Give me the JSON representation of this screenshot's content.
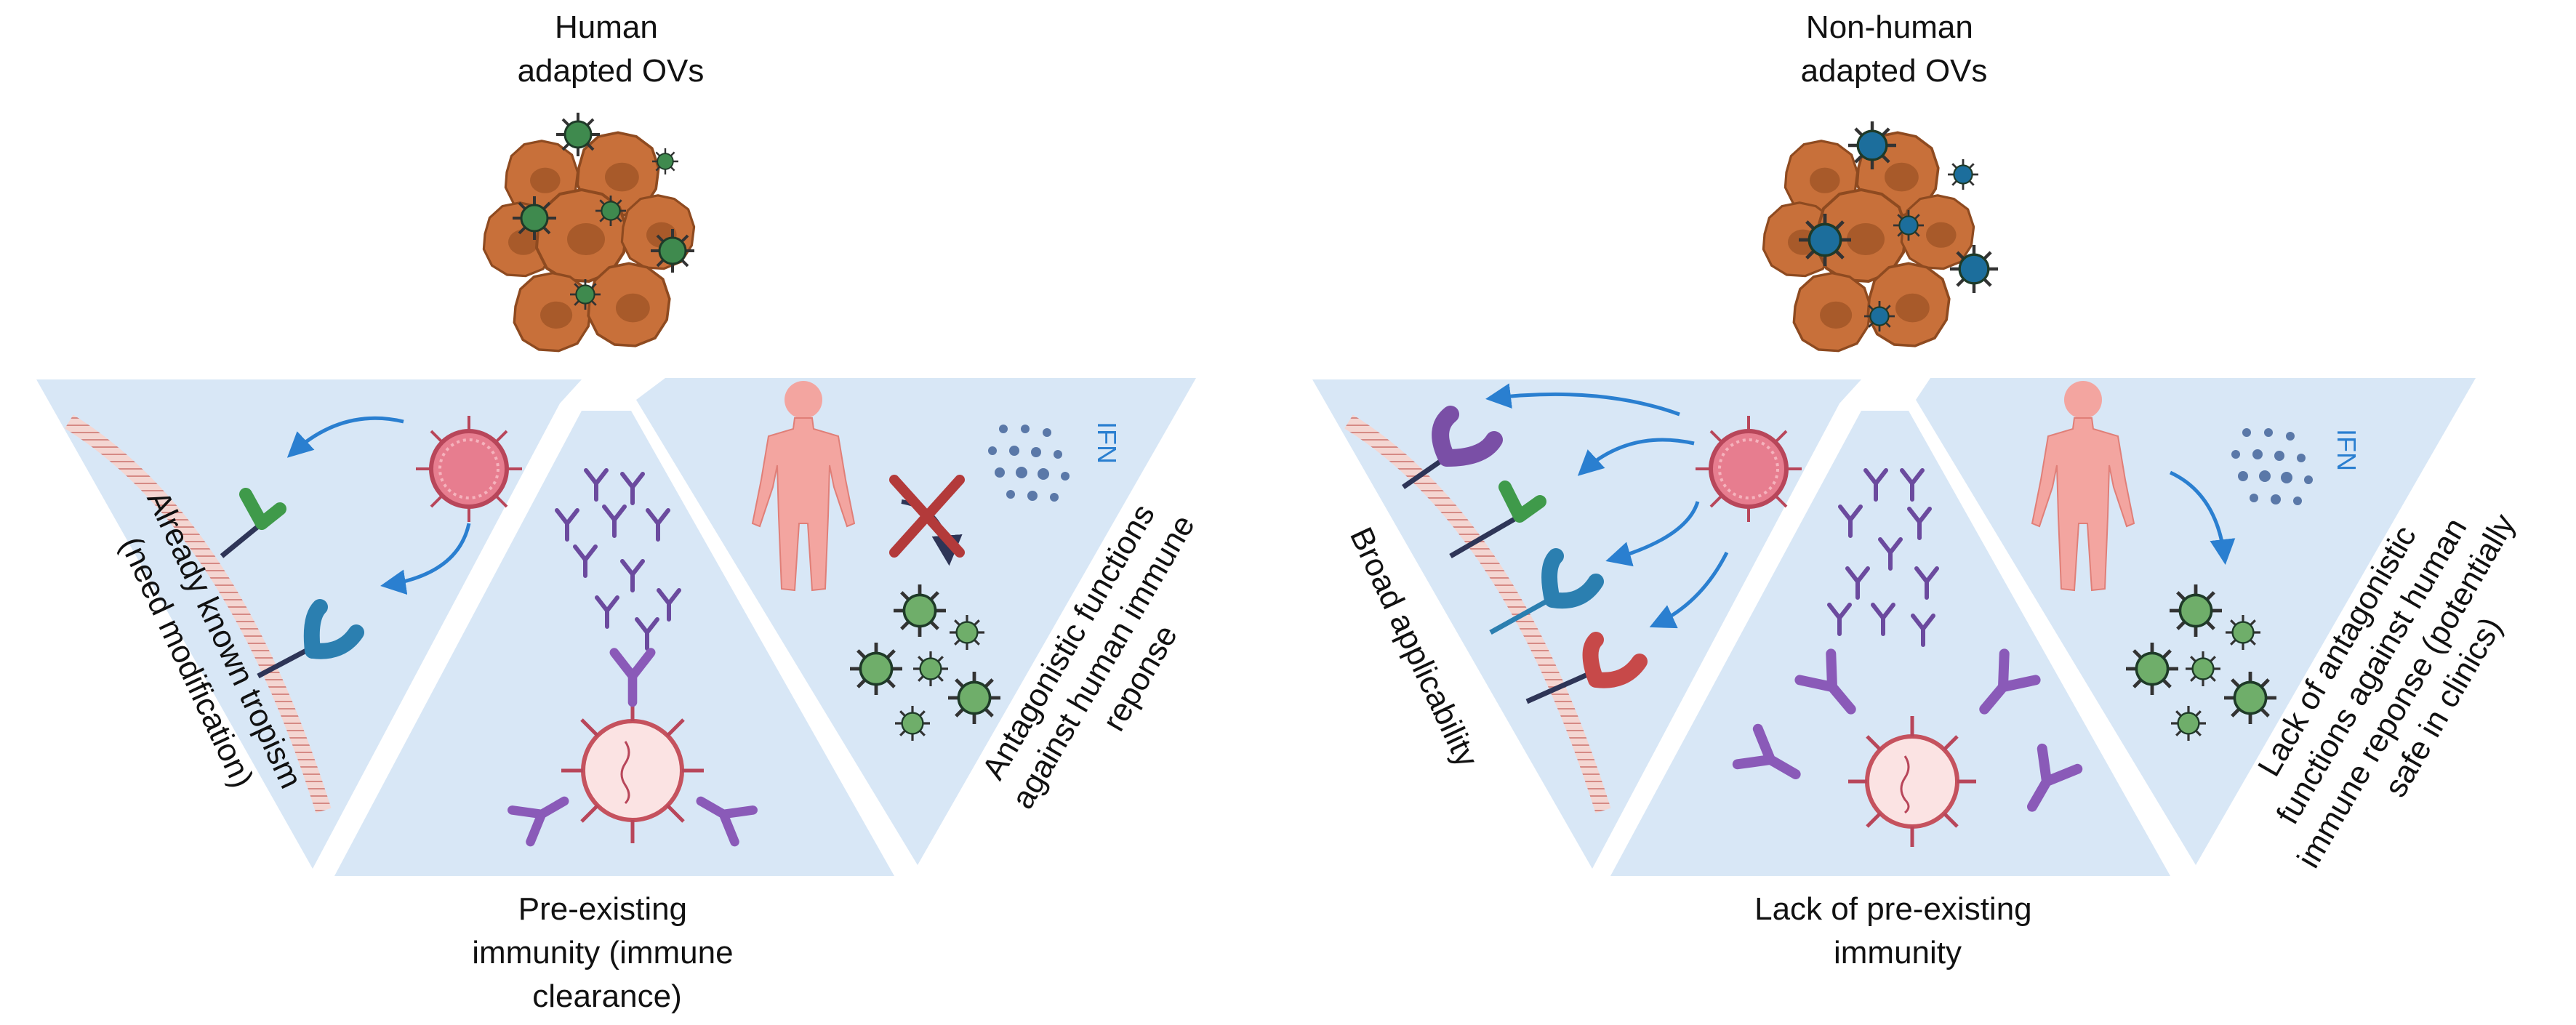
{
  "left": {
    "title": [
      "Human",
      "adapted OVs"
    ],
    "panel_left": [
      "Already known tropism",
      "(need modification)"
    ],
    "panel_bottom": [
      "Pre-existing",
      "immunity (immune",
      "clearance)"
    ],
    "panel_right": [
      "Antagonistic functions",
      "against human immune",
      "reponse"
    ],
    "ifn": "IFN",
    "virus_color": "#3f8a4e"
  },
  "right": {
    "title": [
      "Non-human",
      "adapted OVs"
    ],
    "panel_left": [
      "Broad applicability"
    ],
    "panel_bottom": [
      "Lack of pre-existing",
      "immunity"
    ],
    "panel_right": [
      "Lack of antagonistic",
      "functions against human",
      "immune reponse (potentially",
      "safe in clinics)"
    ],
    "ifn": "IFN",
    "virus_color": "#1c6e9c"
  },
  "colors": {
    "panel": "#d8e7f6",
    "tumor": "#c8703a",
    "arrow": "#2a7fd0",
    "antibody": "#7a4fa6",
    "block_x": "#b33a3a"
  }
}
